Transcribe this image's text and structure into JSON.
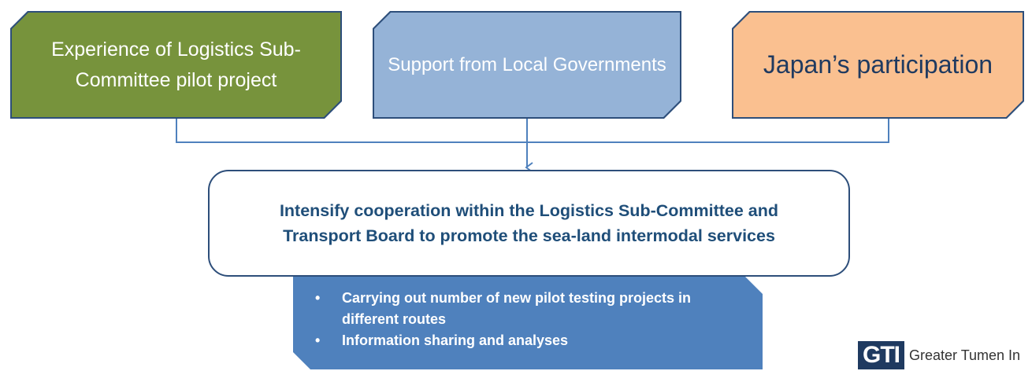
{
  "boxes": {
    "logistics_experience": "Experience of Logistics Sub-Committee pilot project",
    "local_support": "Support from Local Governments",
    "japan": "Japan’s participation"
  },
  "center": {
    "text": "Intensify cooperation within the Logistics Sub-Committee  and Transport Board to promote the sea-land intermodal services"
  },
  "actions": [
    "Carrying out number of new pilot testing projects in different routes",
    "Information sharing and analyses"
  ],
  "bullet_glyph": "•",
  "logo": {
    "mark": "GTI",
    "text": "Greater Tumen In"
  },
  "colors": {
    "green": "#77933c",
    "light_blue": "#95b3d7",
    "peach": "#fac090",
    "blue": "#4f81bd",
    "navy": "#2d4e7a"
  }
}
